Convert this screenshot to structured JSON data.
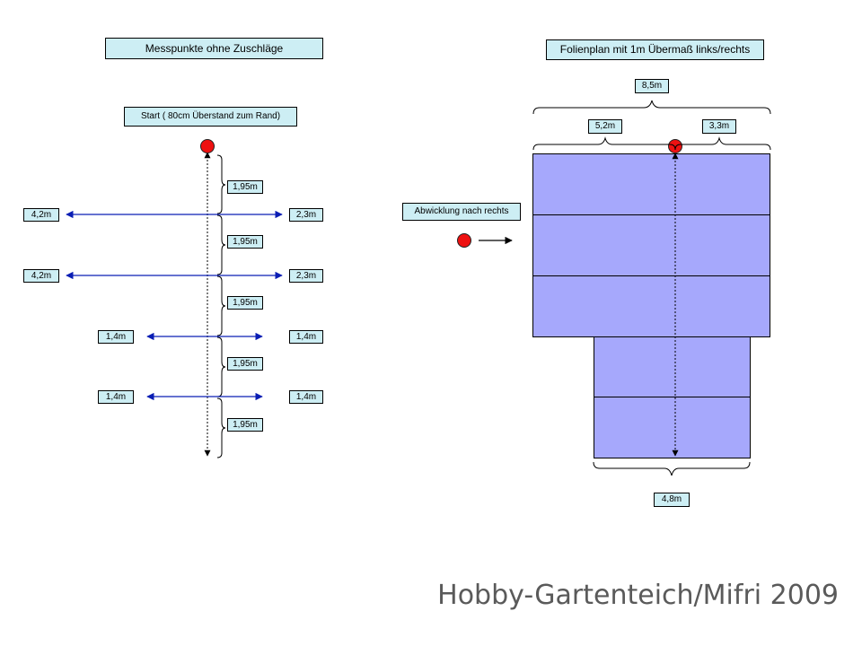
{
  "left": {
    "title": "Messpunkte ohne Zuschläge",
    "start_label": "Start ( 80cm Überstand zum Rand)",
    "segment_labels": [
      "1,95m",
      "1,95m",
      "1,95m",
      "1,95m",
      "1,95m"
    ],
    "rows": [
      {
        "left": "4,2m",
        "right": "2,3m"
      },
      {
        "left": "4,2m",
        "right": "2,3m"
      },
      {
        "left": "1,4m",
        "right": "1,4m"
      },
      {
        "left": "1,4m",
        "right": "1,4m"
      }
    ]
  },
  "right": {
    "title": "Folienplan mit 1m Übermaß links/rechts",
    "total_width": "8,5m",
    "left_part": "5,2m",
    "right_part": "3,3m",
    "bottom_width": "4,8m",
    "direction_label": "Abwicklung nach rechts"
  },
  "colors": {
    "label_fill": "#cdeef4",
    "sheet_fill": "#a6a8fc",
    "marker_red": "#ee1111",
    "arrow_blue": "#0a1eb4"
  },
  "watermark": "Hobby-Gartenteich/Mifri 2009"
}
